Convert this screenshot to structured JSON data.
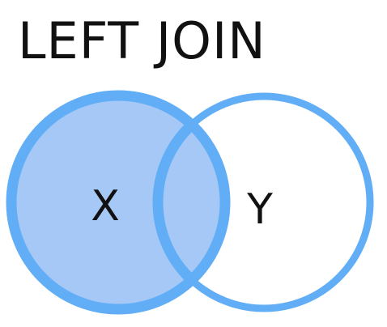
{
  "diagram": {
    "title": "LEFT JOIN",
    "sets": [
      {
        "label": "X",
        "filled": true
      },
      {
        "label": "Y",
        "filled": false
      }
    ],
    "colors": {
      "stroke": "#62aef6",
      "fill": "#a5c8f7",
      "text": "#111111",
      "background": "#ffffff"
    }
  }
}
